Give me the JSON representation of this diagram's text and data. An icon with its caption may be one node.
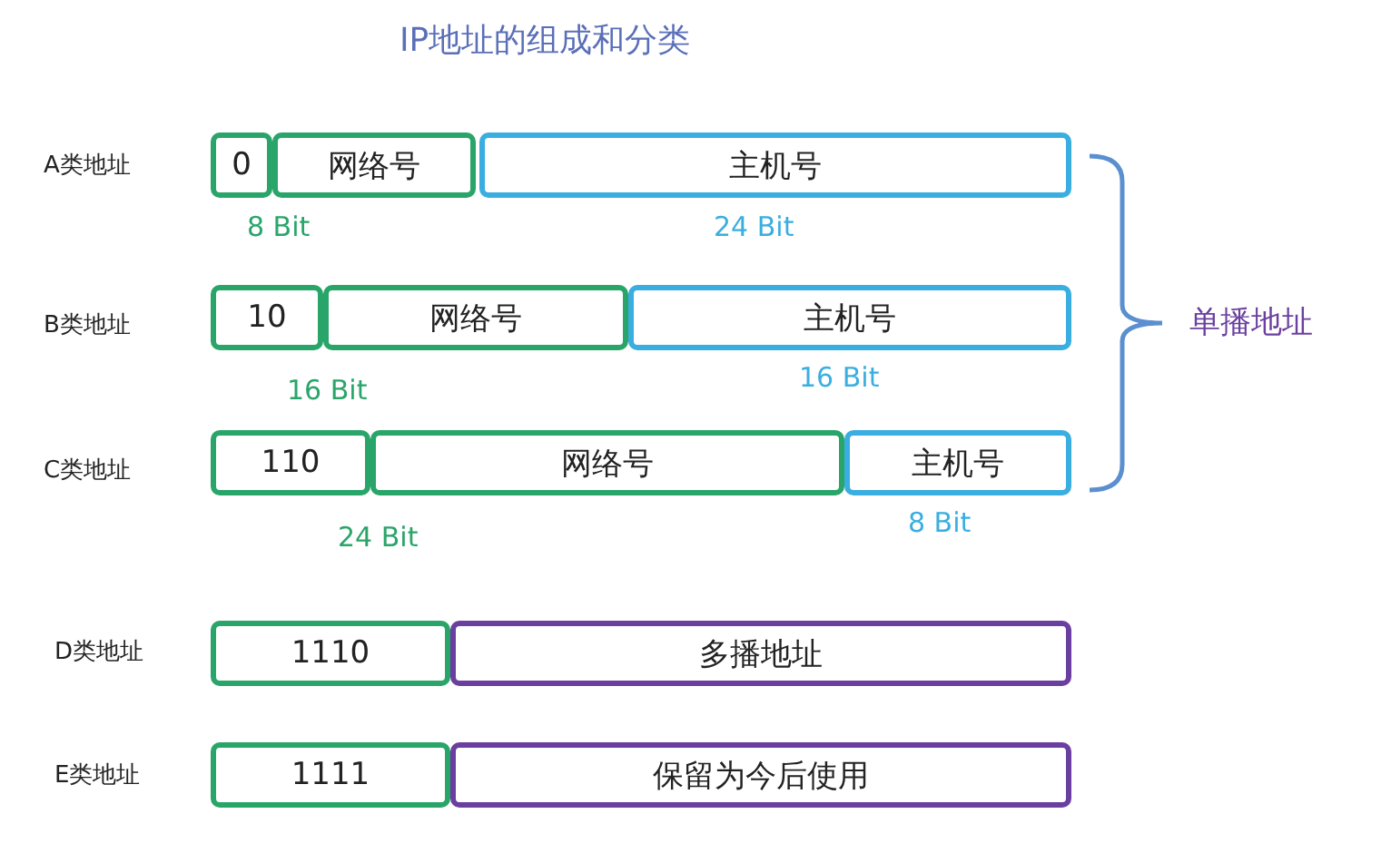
{
  "diagram": {
    "title": "IP地址的组成和分类",
    "nodes": [
      {
        "text": [
          "0"
        ]
      },
      {
        "text": [
          "网络号"
        ]
      },
      {
        "text": [
          "主机号"
        ]
      },
      {
        "text": [
          "10"
        ]
      },
      {
        "text": [
          "网络号"
        ]
      },
      {
        "text": [
          "主机号"
        ]
      },
      {
        "text": [
          "110"
        ]
      },
      {
        "text": [
          "网络号"
        ]
      },
      {
        "text": [
          "主机号"
        ]
      },
      {
        "text": [
          "1110"
        ]
      },
      {
        "text": [
          "多播地址"
        ]
      },
      {
        "text": [
          "1111"
        ]
      },
      {
        "text": [
          "保留为今后使用"
        ]
      }
    ],
    "edges": [],
    "labels": [
      "A类地址",
      "8 Bit",
      "24 Bit",
      "B类地址",
      "单播地址",
      "16 Bit",
      "16 Bit",
      "C类地址",
      "24 Bit",
      "8 Bit",
      "D类地址",
      "E类地址"
    ]
  }
}
